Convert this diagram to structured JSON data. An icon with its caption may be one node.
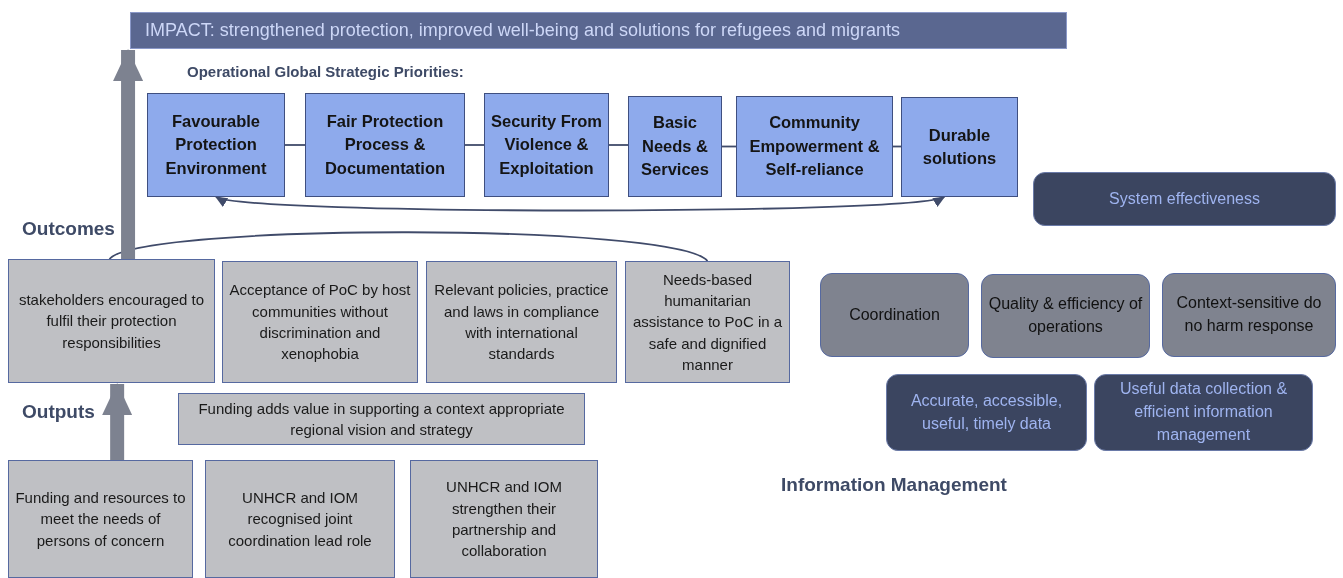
{
  "diagram": {
    "nodes": [
      {
        "text": [
          "IMPACT: strengthened protection, improved well-being and solutions for refugees and migrants"
        ]
      },
      {
        "text": [
          "Favourable Protection Environment"
        ]
      },
      {
        "text": [
          "Fair Protection Process & Documentation"
        ]
      },
      {
        "text": [
          "Security From Violence & Exploitation"
        ]
      },
      {
        "text": [
          "Basic Needs & Services"
        ]
      },
      {
        "text": [
          "Community Empowerment & Self-reliance"
        ]
      },
      {
        "text": [
          "Durable solutions"
        ]
      },
      {
        "text": [
          "stakeholders encouraged to fulfil their protection responsibilities"
        ]
      },
      {
        "text": [
          "Acceptance of PoC by host communities without discrimination and xenophobia"
        ]
      },
      {
        "text": [
          "Relevant policies, practice and laws in compliance with international standards"
        ]
      },
      {
        "text": [
          "Needs-based humanitarian assistance to PoC in a safe and dignified manner"
        ]
      },
      {
        "text": [
          "Funding adds value in supporting a context appropriate regional vision and strategy"
        ]
      },
      {
        "text": [
          "Funding and resources to meet the needs of persons of concern"
        ]
      },
      {
        "text": [
          "UNHCR and IOM recognised joint coordination lead role"
        ]
      },
      {
        "text": [
          "UNHCR and IOM strengthen their partnership and collaboration"
        ]
      },
      {
        "text": [
          "System effectiveness"
        ]
      },
      {
        "text": [
          "Coordination"
        ]
      },
      {
        "text": [
          "Quality & efficiency of operations"
        ]
      },
      {
        "text": [
          "Context-sensitive do no harm response"
        ]
      },
      {
        "text": [
          "Accurate, accessible, useful, timely data"
        ]
      },
      {
        "text": [
          "Useful data collection & efficient information management"
        ]
      }
    ],
    "edges": [
      {
        "from": 1,
        "to": 2,
        "arrow": "none"
      },
      {
        "from": 2,
        "to": 3,
        "arrow": "none"
      },
      {
        "from": 3,
        "to": 4,
        "arrow": "none"
      },
      {
        "from": 4,
        "to": 5,
        "arrow": "none"
      },
      {
        "from": 5,
        "to": 6,
        "arrow": "none"
      },
      {
        "from": 1,
        "to": 6,
        "arrow": "both"
      },
      {
        "from": 7,
        "to": 10,
        "arrow": "none"
      },
      {
        "from": 7,
        "to": 0,
        "arrow": "to",
        "style": "thick",
        "color": "#7d8290"
      },
      {
        "from": 12,
        "to": 7,
        "arrow": "to",
        "style": "thick",
        "color": "#7d8290"
      }
    ],
    "labels": [
      "Operational Global Strategic Priorities:",
      "Outcomes",
      "Outputs",
      "Information Management"
    ]
  }
}
